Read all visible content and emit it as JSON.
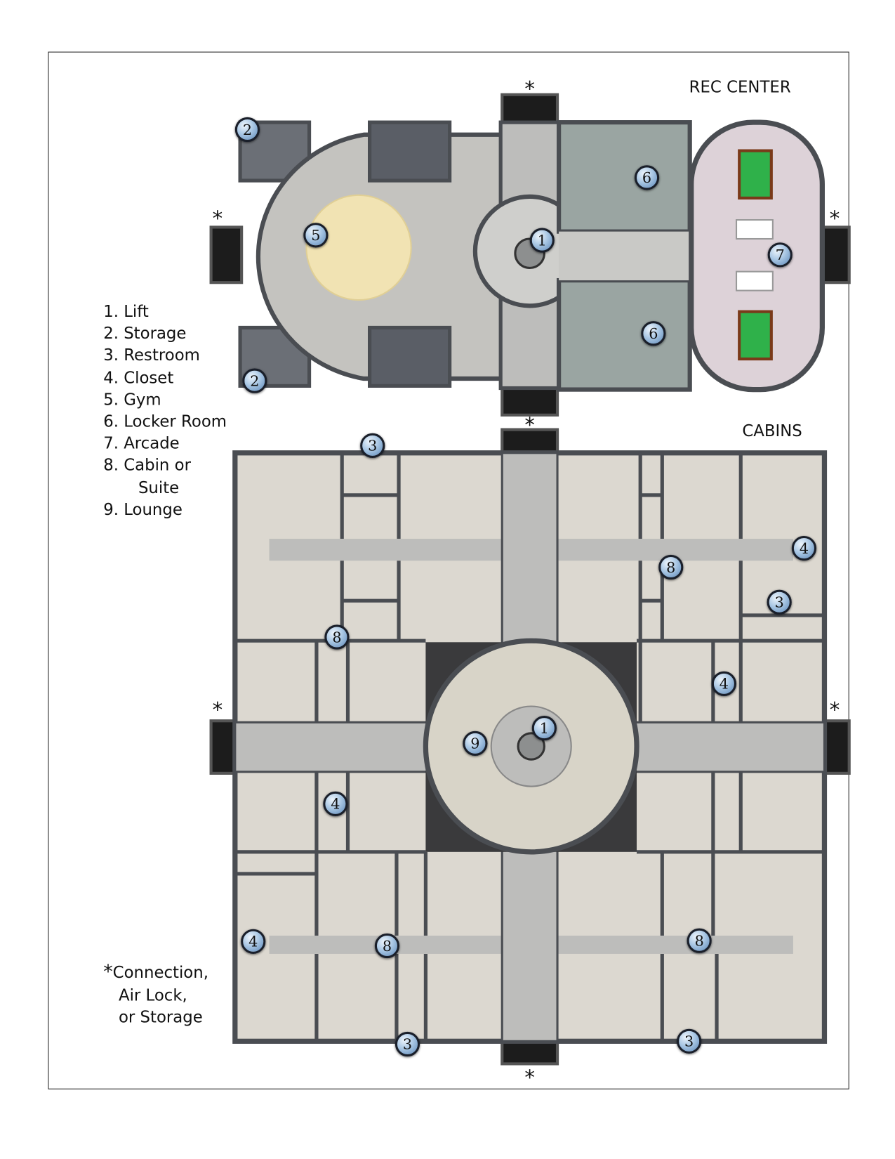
{
  "titles": {
    "rec_center": "REC CENTER",
    "cabins": "CABINS"
  },
  "legend": [
    "1. Lift",
    "2. Storage",
    "3. Restroom",
    "4. Closet",
    "5. Gym",
    "6. Locker Room",
    "7. Arcade",
    "8. Cabin or",
    "Suite",
    "9. Lounge"
  ],
  "note": {
    "symbol": "*",
    "lines": [
      "Connection,",
      "Air Lock,",
      "or Storage"
    ]
  },
  "connection_symbol": "*",
  "markers": {
    "rec": [
      "2",
      "2",
      "5",
      "1",
      "6",
      "6",
      "7"
    ],
    "cabins": [
      "3",
      "4",
      "8",
      "3",
      "8",
      "4",
      "1",
      "9",
      "4",
      "4",
      "8",
      "8",
      "3",
      "3"
    ]
  },
  "colors": {
    "wall": "#4a4d52",
    "floor": "#c9c9c6",
    "room": "#dcd8d0",
    "gym_mat": "#f1e3b3",
    "arcade": "#ddd2d8",
    "locker": "#9aa5a2",
    "airlock": "#1c1c1c",
    "marker": "#8db3dc"
  }
}
